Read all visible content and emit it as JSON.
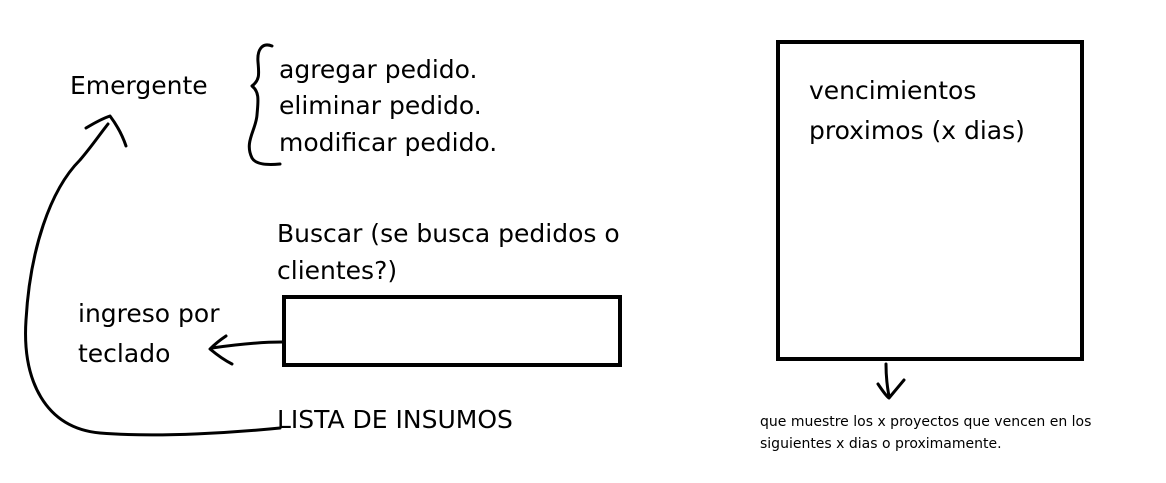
{
  "left": {
    "emergente_label": "Emergente",
    "popup_actions": [
      "agregar pedido.",
      "eliminar pedido.",
      "modificar pedido."
    ],
    "search": {
      "label_line1": "Buscar (se busca pedidos o",
      "label_line2": "clientes?)",
      "value": ""
    },
    "keyboard_note_line1": "ingreso por",
    "keyboard_note_line2": "teclado",
    "list_label": "LISTA DE INSUMOS"
  },
  "right": {
    "panel_title_line1": "vencimientos",
    "panel_title_line2": "proximos (x dias)",
    "note_line1": "que muestre los x proyectos que vencen en los",
    "note_line2": "siguientes x dias o proximamente."
  },
  "colors": {
    "ink": "#000000",
    "background": "#ffffff"
  }
}
